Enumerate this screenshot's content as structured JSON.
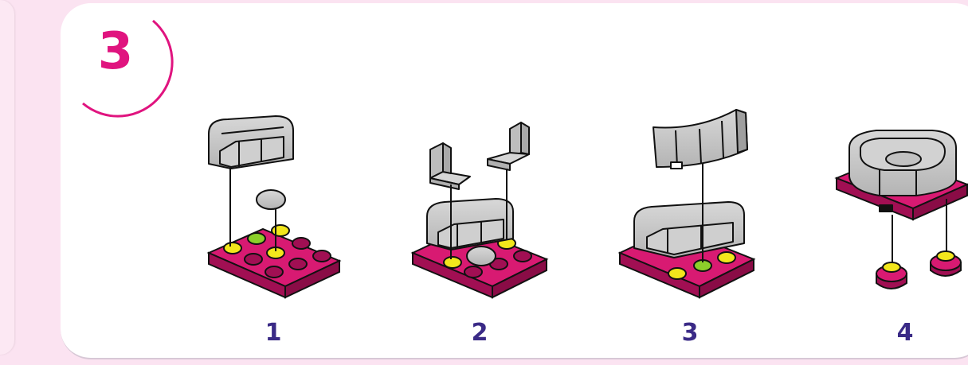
{
  "step": {
    "number": "3"
  },
  "substeps": [
    {
      "label": "1"
    },
    {
      "label": "2"
    },
    {
      "label": "3"
    },
    {
      "label": "4"
    }
  ],
  "colors": {
    "brand_magenta": "#e0147f",
    "plate_top": "#d81a72",
    "plate_side": "#a10f53",
    "stud_yellow": "#f2e61c",
    "stud_green": "#8ccf2a",
    "piece_grey": "#c9c9c9",
    "number_blue": "#3a2a86"
  },
  "icons": [
    "sofa-piece",
    "round-tile",
    "chair-piece",
    "curved-wall-piece",
    "plate-2x2",
    "round-stud"
  ]
}
